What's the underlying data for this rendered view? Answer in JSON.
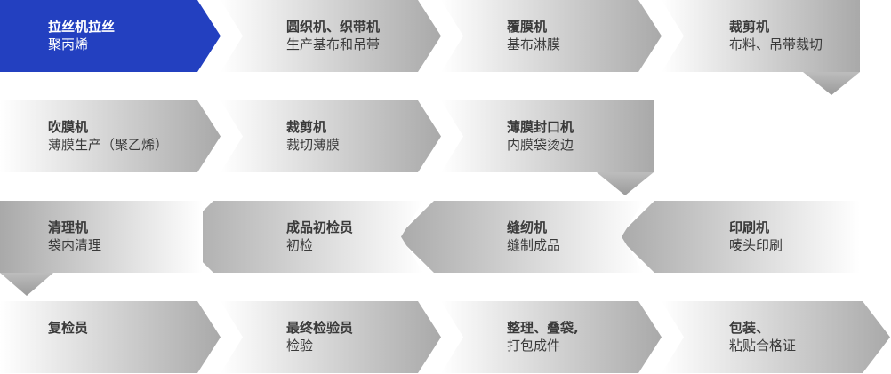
{
  "accent": "#2340c0",
  "rows": [
    {
      "direction": "right",
      "steps": [
        {
          "title": "拉丝机拉丝",
          "subtitle": "聚丙烯",
          "active": true
        },
        {
          "title": "圆织机、织带机",
          "subtitle": "生产基布和吊带"
        },
        {
          "title": "覆膜机",
          "subtitle": "基布淋膜"
        },
        {
          "title": "裁剪机",
          "subtitle": "布料、吊带裁切"
        }
      ]
    },
    {
      "direction": "right",
      "steps": [
        {
          "title": "吹膜机",
          "subtitle": "薄膜生产（聚乙烯）"
        },
        {
          "title": "裁剪机",
          "subtitle": "裁切薄膜"
        },
        {
          "title": "薄膜封口机",
          "subtitle": "内膜袋烫边"
        }
      ]
    },
    {
      "direction": "left",
      "steps": [
        {
          "title": "清理机",
          "subtitle": "袋内清理"
        },
        {
          "title": "成品初检员",
          "subtitle": "初检"
        },
        {
          "title": "缝纫机",
          "subtitle": "缝制成品"
        },
        {
          "title": "印刷机",
          "subtitle": "唛头印刷"
        }
      ]
    },
    {
      "direction": "right",
      "steps": [
        {
          "title": "复检员",
          "subtitle": ""
        },
        {
          "title": "最终检验员",
          "subtitle": "检验"
        },
        {
          "title": "整理、叠袋,",
          "subtitle": "打包成件"
        },
        {
          "title": "包装、",
          "subtitle": "粘贴合格证"
        }
      ]
    }
  ]
}
